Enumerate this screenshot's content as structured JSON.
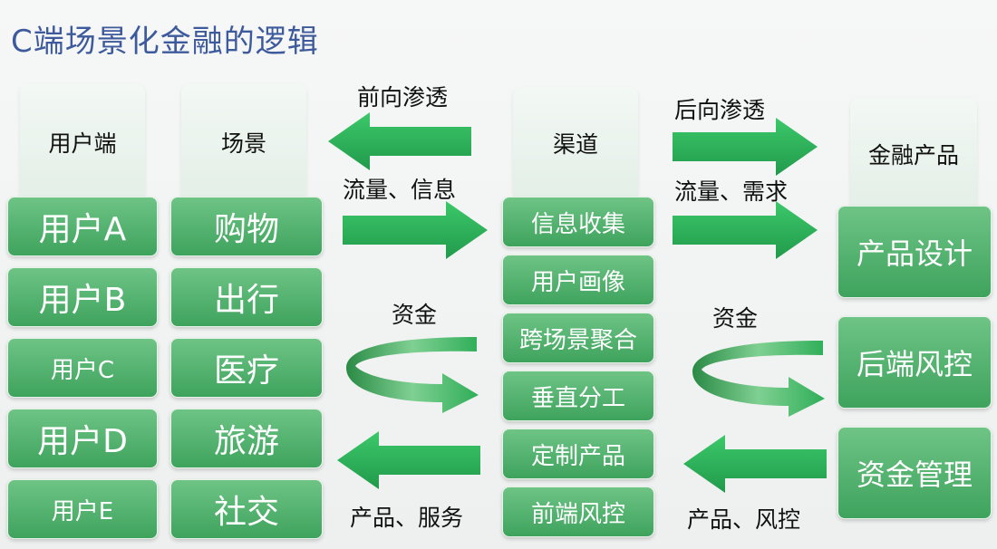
{
  "title": "C端场景化金融的逻辑",
  "columns": {
    "user": {
      "header": "用户端",
      "items": [
        "用户A",
        "用户B",
        "用户C",
        "用户D",
        "用户E"
      ]
    },
    "scene": {
      "header": "场景",
      "items": [
        "购物",
        "出行",
        "医疗",
        "旅游",
        "社交"
      ]
    },
    "channel": {
      "header": "渠道",
      "items": [
        "信息收集",
        "用户画像",
        "跨场景聚合",
        "垂直分工",
        "定制产品",
        "前端风控"
      ]
    },
    "finance": {
      "header": "金融产品",
      "items": [
        "产品设计",
        "后端风控",
        "资金管理"
      ]
    }
  },
  "labels": {
    "forward_penetration": "前向渗透",
    "traffic_info": "流量、信息",
    "capital_left": "资金",
    "product_service": "产品、服务",
    "backward_penetration": "后向渗透",
    "traffic_demand": "流量、需求",
    "capital_right": "资金",
    "product_risk": "产品、风控"
  },
  "colors": {
    "title": "#3d5a9c",
    "box_green": "#4fb06c",
    "arrow_green": "#2eb35a"
  }
}
